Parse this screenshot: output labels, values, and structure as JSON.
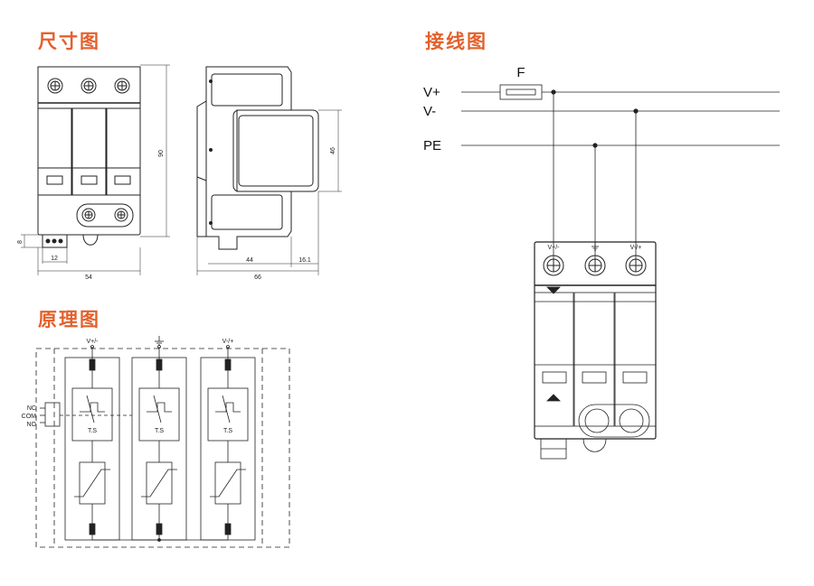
{
  "sections": {
    "dimensions_title": "尺寸图",
    "wiring_title": "接线图",
    "principle_title": "原理图"
  },
  "dimensions": {
    "height": "90",
    "depth_upper": "46",
    "plug_height": "8",
    "plug_width": "12",
    "total_width": "54",
    "side_lower": "44",
    "side_offset": "16.1",
    "side_total": "66"
  },
  "principle": {
    "terminal_1": "V+/-",
    "terminal_3": "V-/+",
    "signal_nc": "NC",
    "signal_com": "COM",
    "signal_no": "NO",
    "module_label": "T.S"
  },
  "wiring": {
    "fuse": "F",
    "line_pos": "V+",
    "line_neg": "V-",
    "line_pe": "PE",
    "term_1": "V+/-",
    "term_3": "V-/+"
  }
}
